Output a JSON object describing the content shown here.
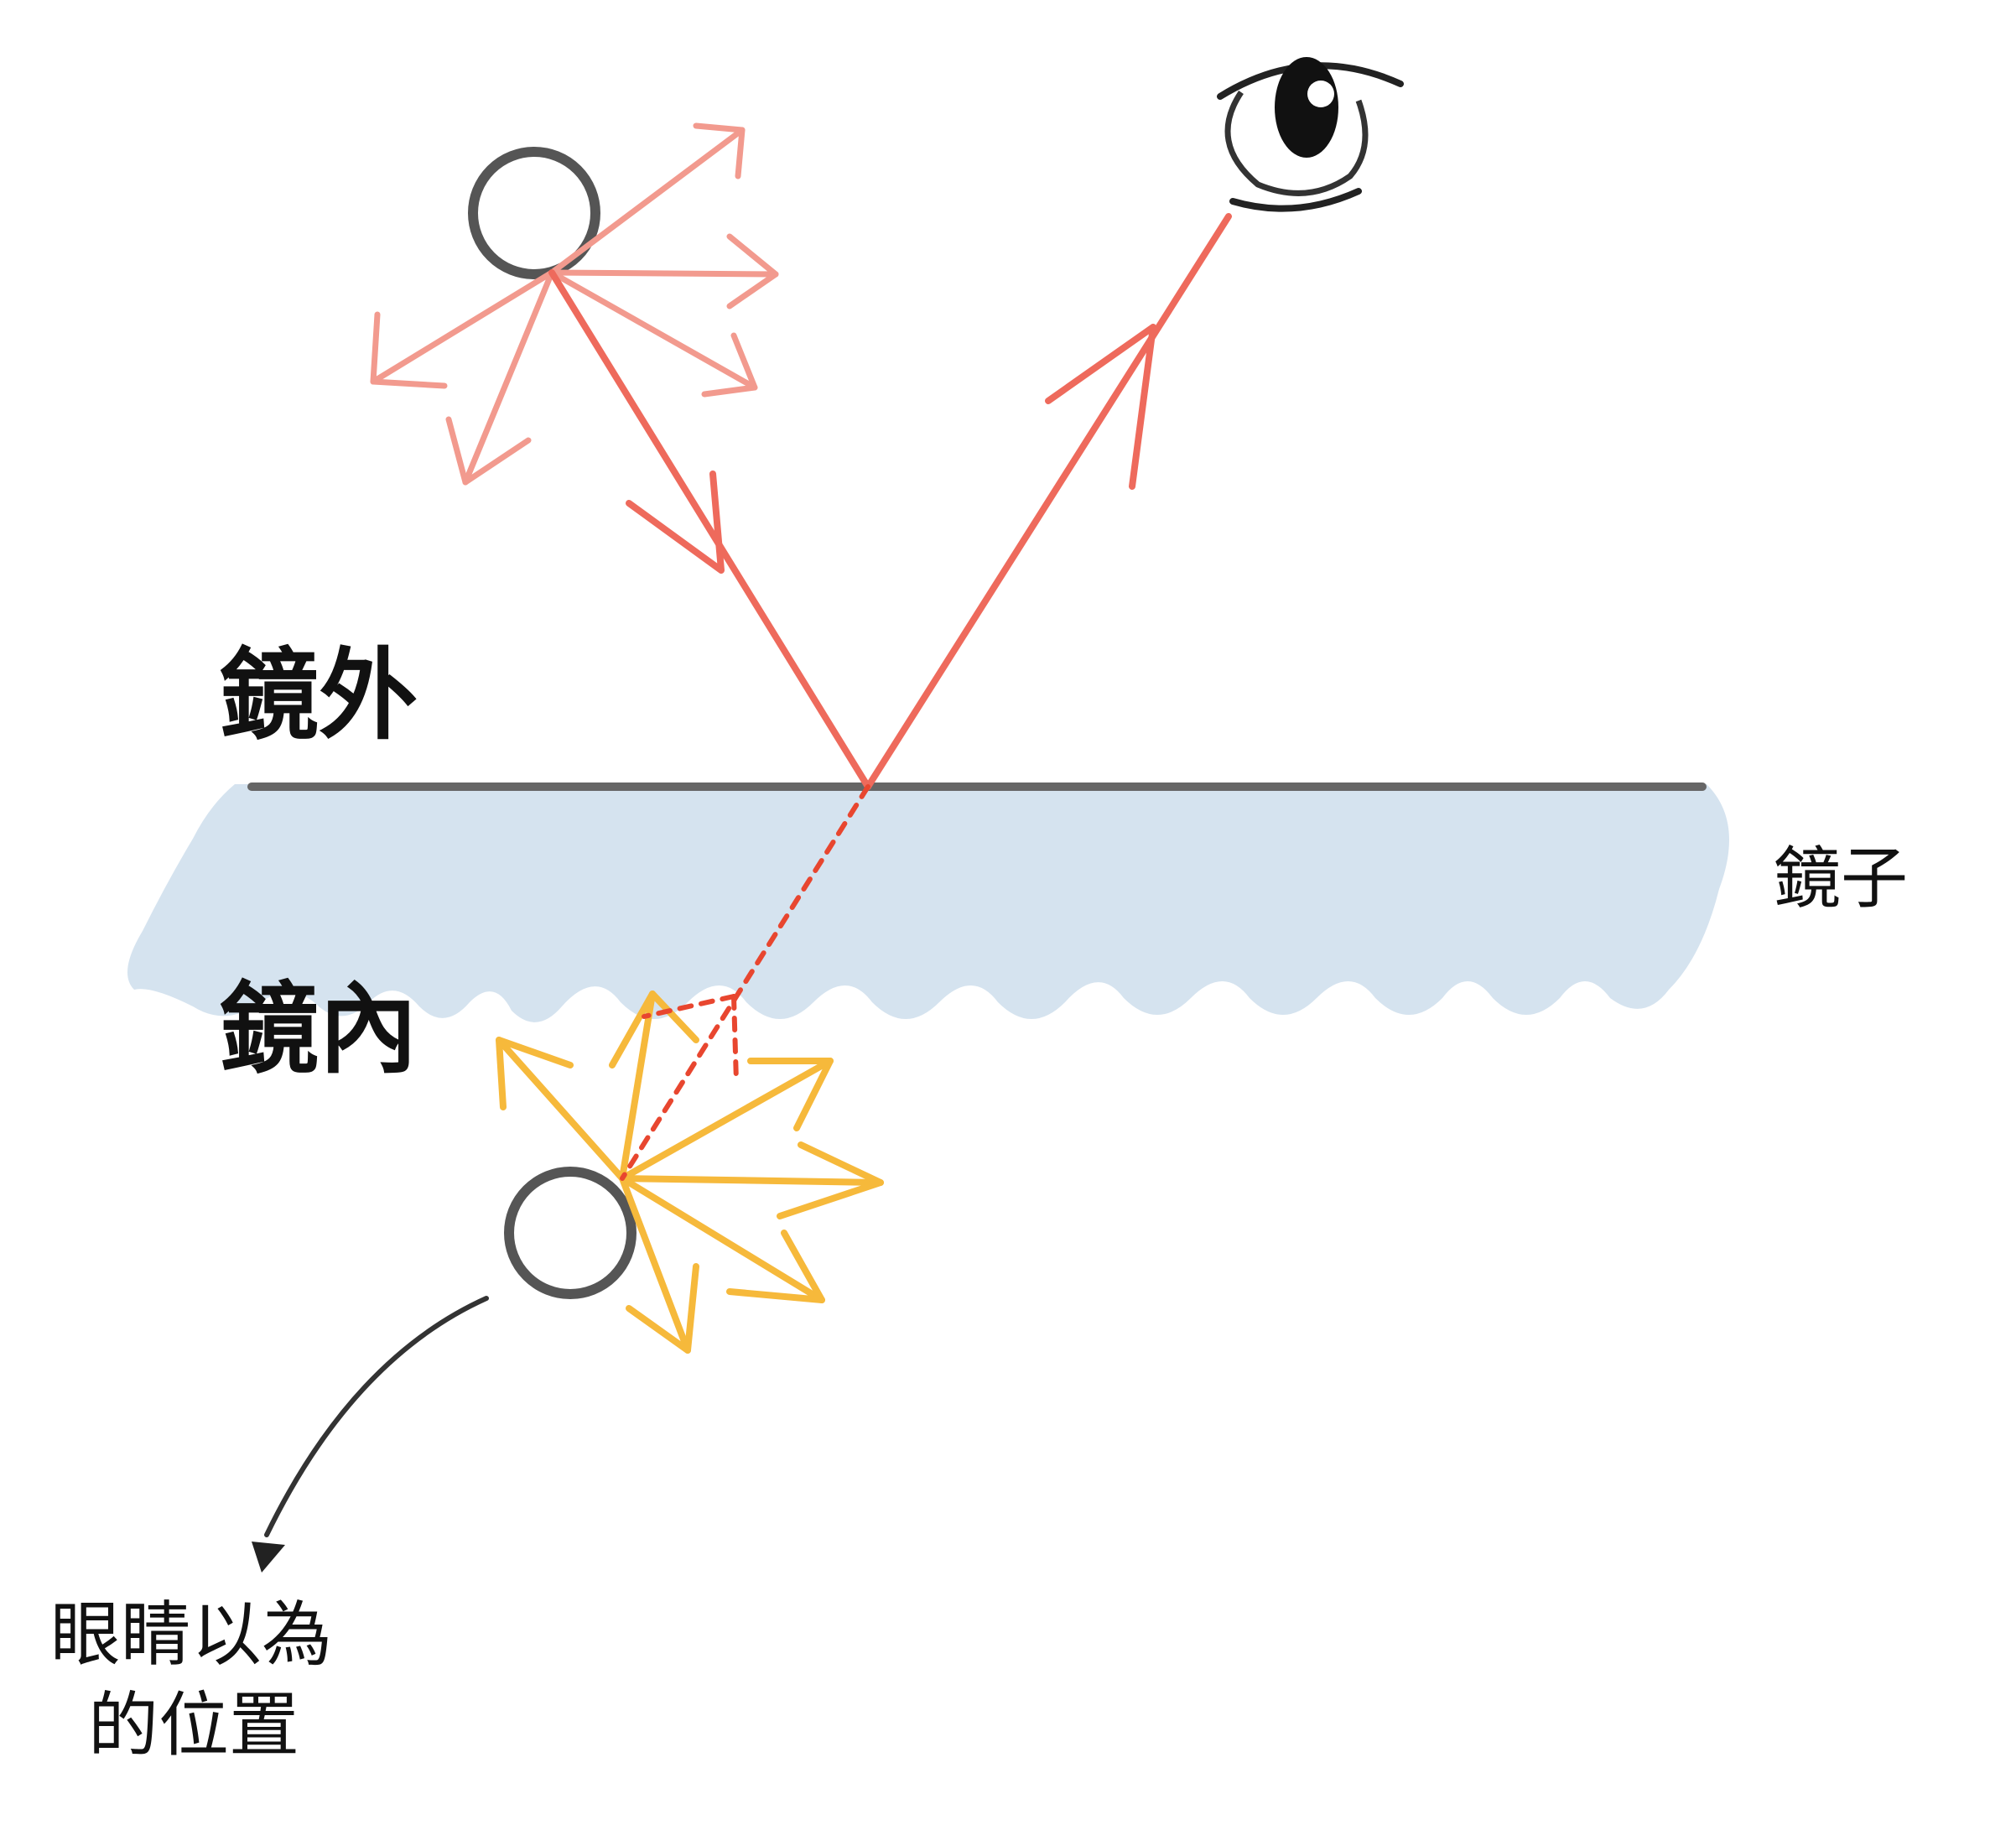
{
  "labels": {
    "outside_mirror": "鏡外",
    "inside_mirror": "鏡內",
    "mirror": "鏡子",
    "perceived_position_line1": "眼睛以為",
    "perceived_position_line2": "的位置"
  },
  "colors": {
    "real_rays": "#f29a8e",
    "incident_ray": "#ee6a5c",
    "virtual_dashed": "#e8462f",
    "virtual_rays": "#f6b93b",
    "mirror_surface": "#d5e3ef",
    "mirror_edge": "#666666",
    "outline": "#444444"
  },
  "icons": {
    "object": "circle-object-icon",
    "virtual_object": "circle-virtual-object-icon",
    "eye": "eye-icon"
  }
}
